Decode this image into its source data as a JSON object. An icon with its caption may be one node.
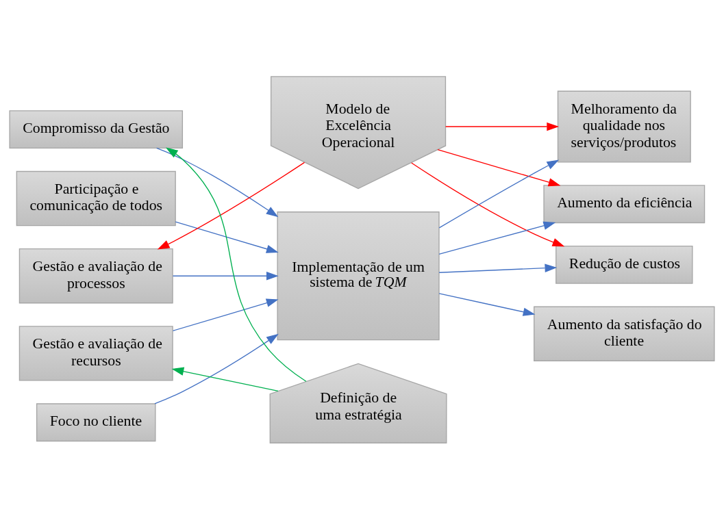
{
  "diagram": {
    "nodes": [
      {
        "text": [
          "Compromisso da Gestão"
        ]
      },
      {
        "text": [
          "Participação e comunicação de todos"
        ]
      },
      {
        "text": [
          "Gestão e avaliação de processos"
        ]
      },
      {
        "text": [
          "Gestão e avaliação de recursos"
        ]
      },
      {
        "text": [
          "Foco no cliente"
        ]
      },
      {
        "text": [
          "Modelo de Excelência Operacional"
        ]
      },
      {
        "text": [
          "Implementação de um sistema de *TQM*"
        ]
      },
      {
        "text": [
          "Definição de uma estratégia"
        ]
      },
      {
        "text": [
          "Melhoramento da qualidade nos serviços/produtos"
        ]
      },
      {
        "text": [
          "Aumento da eficiência"
        ]
      },
      {
        "text": [
          "Redução de custos"
        ]
      },
      {
        "text": [
          "Aumento da satisfação do cliente"
        ]
      }
    ],
    "edges": [
      {
        "from": 0,
        "to": 6,
        "arrow": "to"
      },
      {
        "from": 1,
        "to": 6,
        "arrow": "to"
      },
      {
        "from": 2,
        "to": 6,
        "arrow": "to"
      },
      {
        "from": 3,
        "to": 6,
        "arrow": "to"
      },
      {
        "from": 4,
        "to": 6,
        "arrow": "to"
      },
      {
        "from": 6,
        "to": 8,
        "arrow": "to"
      },
      {
        "from": 6,
        "to": 9,
        "arrow": "to"
      },
      {
        "from": 6,
        "to": 10,
        "arrow": "to"
      },
      {
        "from": 6,
        "to": 11,
        "arrow": "to"
      },
      {
        "from": 5,
        "to": 2,
        "arrow": "to",
        "color": "#ff0000"
      },
      {
        "from": 5,
        "to": 8,
        "arrow": "to",
        "color": "#ff0000"
      },
      {
        "from": 5,
        "to": 9,
        "arrow": "to",
        "color": "#ff0000"
      },
      {
        "from": 5,
        "to": 10,
        "arrow": "to",
        "color": "#ff0000"
      },
      {
        "from": 7,
        "to": 3,
        "arrow": "to",
        "color": "#00b050"
      },
      {
        "from": 7,
        "to": 0,
        "arrow": "to",
        "color": "#00b050"
      }
    ]
  }
}
